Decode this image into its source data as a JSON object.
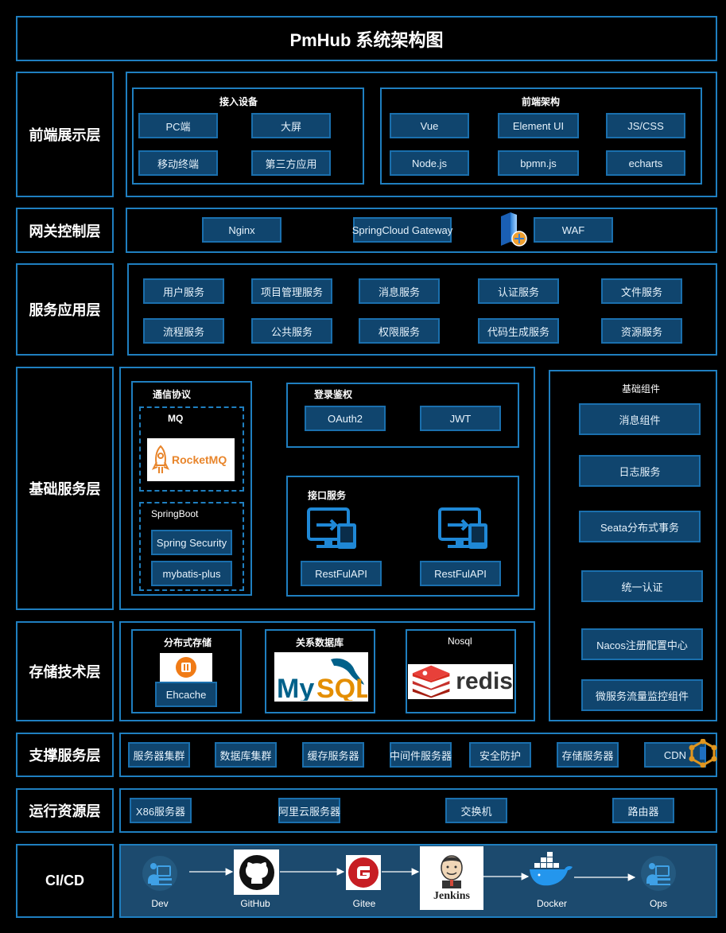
{
  "title": "PmHub 系统架构图",
  "colors": {
    "border": "#1f7fc0",
    "button_bg": "#10456e",
    "cicd_bg": "#1c4a6e",
    "rocketmq": "#e8852b",
    "redis": "#d82c20",
    "mysql_blue": "#00618a",
    "mysql_orange": "#e48e00"
  },
  "layers": {
    "frontend": "前端展示层",
    "gateway": "网关控制层",
    "service": "服务应用层",
    "base": "基础服务层",
    "storage": "存储技术层",
    "support": "支撑服务层",
    "runtime": "运行资源层",
    "cicd": "CI/CD"
  },
  "frontend": {
    "devices": {
      "label": "接入设备",
      "items": [
        "PC端",
        "大屏",
        "移动终端",
        "第三方应用"
      ]
    },
    "arch": {
      "label": "前端架构",
      "items": [
        "Vue",
        "Element UI",
        "JS/CSS",
        "Node.js",
        "bpmn.js",
        "echarts"
      ]
    }
  },
  "gateway": {
    "items": [
      "Nginx",
      "SpringCloud Gateway",
      "WAF"
    ],
    "icon": "server-firewall-icon"
  },
  "service": {
    "row1": [
      "用户服务",
      "项目管理服务",
      "消息服务",
      "认证服务",
      "文件服务"
    ],
    "row2": [
      "流程服务",
      "公共服务",
      "权限服务",
      "代码生成服务",
      "资源服务"
    ]
  },
  "base": {
    "protocol": {
      "label": "通信协议",
      "mq_label": "MQ",
      "rocketmq": "RocketMQ",
      "springboot_label": "SpringBoot",
      "items": [
        "Spring Security",
        "mybatis-plus"
      ]
    },
    "auth": {
      "label": "登录鉴权",
      "items": [
        "OAuth2",
        "JWT"
      ]
    },
    "api": {
      "label": "接口服务",
      "items": [
        "RestFulAPI",
        "RestFulAPI"
      ]
    },
    "components": {
      "label": "基础组件",
      "items": [
        "消息组件",
        "日志服务",
        "Seata分布式事务",
        "统一认证",
        "Nacos注册配置中心",
        "微服务流量监控组件"
      ]
    }
  },
  "storage": {
    "dist": {
      "label": "分布式存储",
      "item": "Ehcache"
    },
    "rdb": {
      "label": "关系数据库",
      "logo": "MySQL"
    },
    "nosql": {
      "label": "Nosql",
      "logo": "redis"
    }
  },
  "support": {
    "items": [
      "服务器集群",
      "数据库集群",
      "缓存服务器",
      "中间件服务器",
      "安全防护",
      "存储服务器",
      "CDN"
    ]
  },
  "runtime": {
    "items": [
      "X86服务器",
      "阿里云服务器",
      "交换机",
      "路由器"
    ]
  },
  "cicd": {
    "steps": [
      "Dev",
      "GitHub",
      "Gitee",
      "Jenkins",
      "Docker",
      "Ops"
    ],
    "jenkins_text": "Jenkins"
  }
}
